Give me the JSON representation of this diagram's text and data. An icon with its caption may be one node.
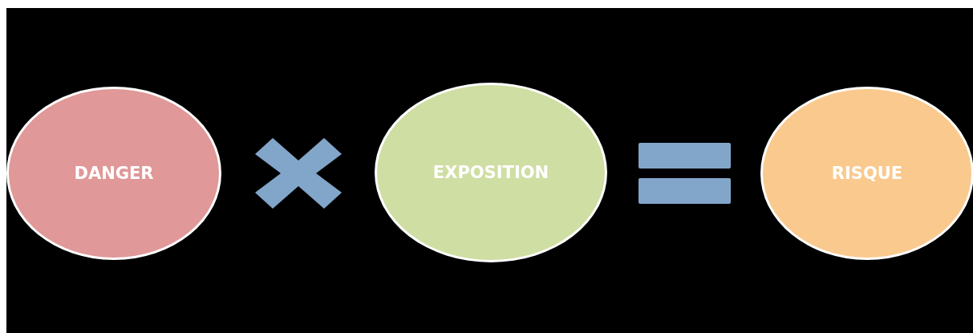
{
  "diagram": {
    "nodes": [
      {
        "text": [
          "DANGER"
        ]
      },
      {
        "text": [],
        "shape": "cross"
      },
      {
        "text": [
          "EXPOSITION"
        ]
      },
      {
        "text": [],
        "shape": "equals"
      },
      {
        "text": [
          "RISQUE"
        ]
      }
    ]
  }
}
